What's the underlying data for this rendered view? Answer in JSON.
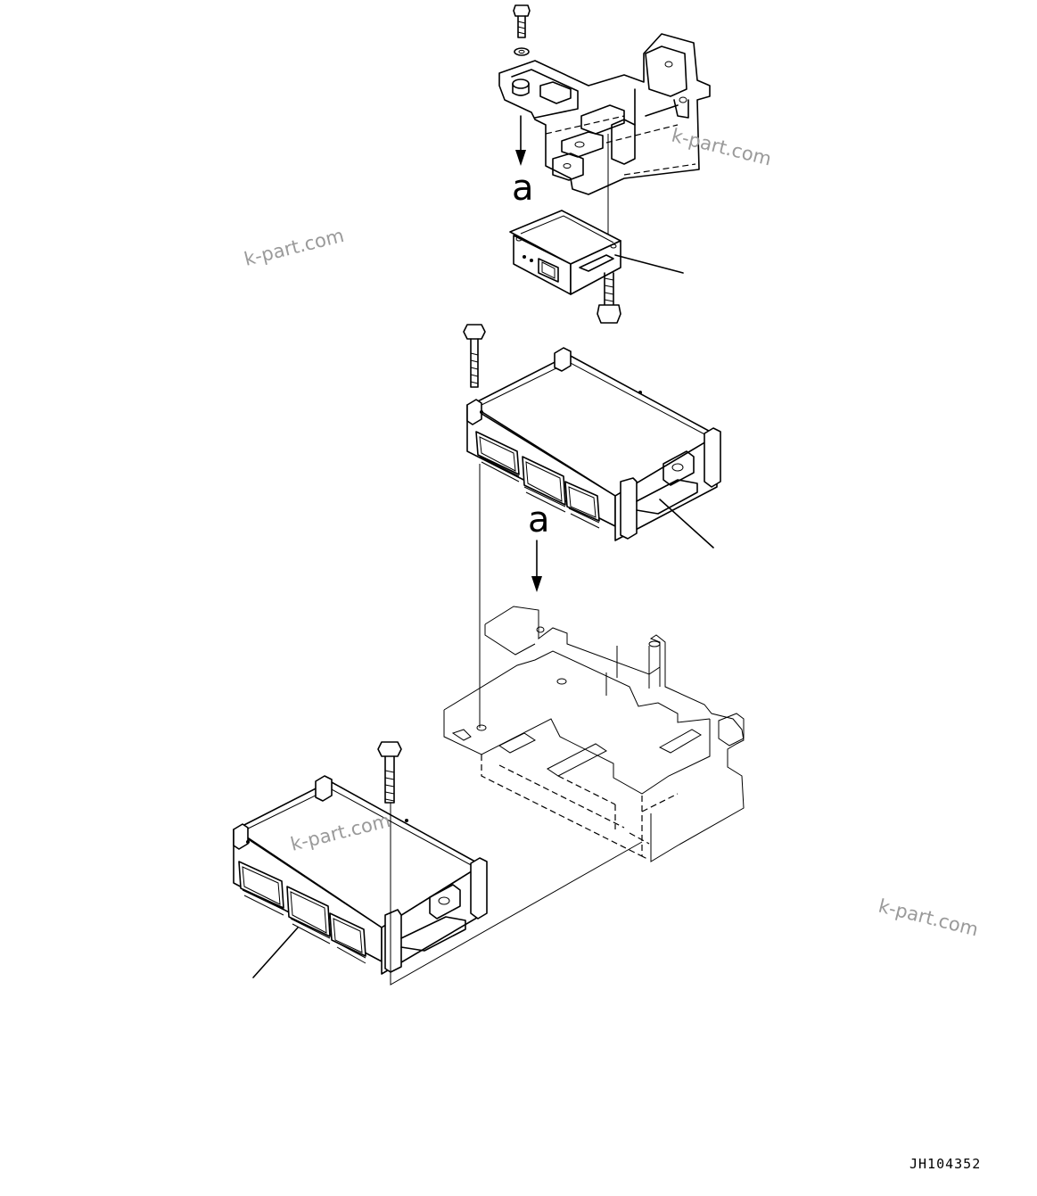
{
  "diagram": {
    "callout_top": "a",
    "callout_middle": "a",
    "watermarks": [
      "k-part.com",
      "k-part.com",
      "k-part.com",
      "k-part.com"
    ],
    "drawing_code": "JH104352"
  }
}
